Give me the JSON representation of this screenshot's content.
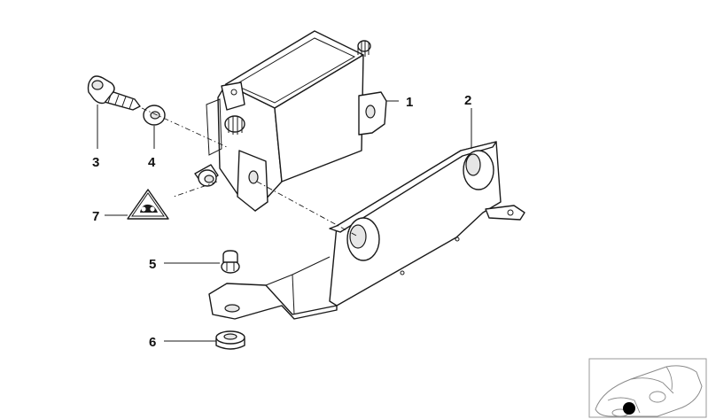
{
  "callouts": [
    {
      "id": "1",
      "label": "1"
    },
    {
      "id": "2",
      "label": "2"
    },
    {
      "id": "3",
      "label": "3"
    },
    {
      "id": "4",
      "label": "4"
    },
    {
      "id": "5",
      "label": "5"
    },
    {
      "id": "6",
      "label": "6"
    },
    {
      "id": "7",
      "label": "7"
    }
  ],
  "icons": {
    "warning_label": "warning-triangle-icon",
    "vehicle_locator": "car-locator-icon"
  },
  "colors": {
    "line": "#1a1a1a",
    "fill": "#ffffff",
    "shade": "#e6e6e6",
    "locator_border": "#9a9a9a"
  }
}
